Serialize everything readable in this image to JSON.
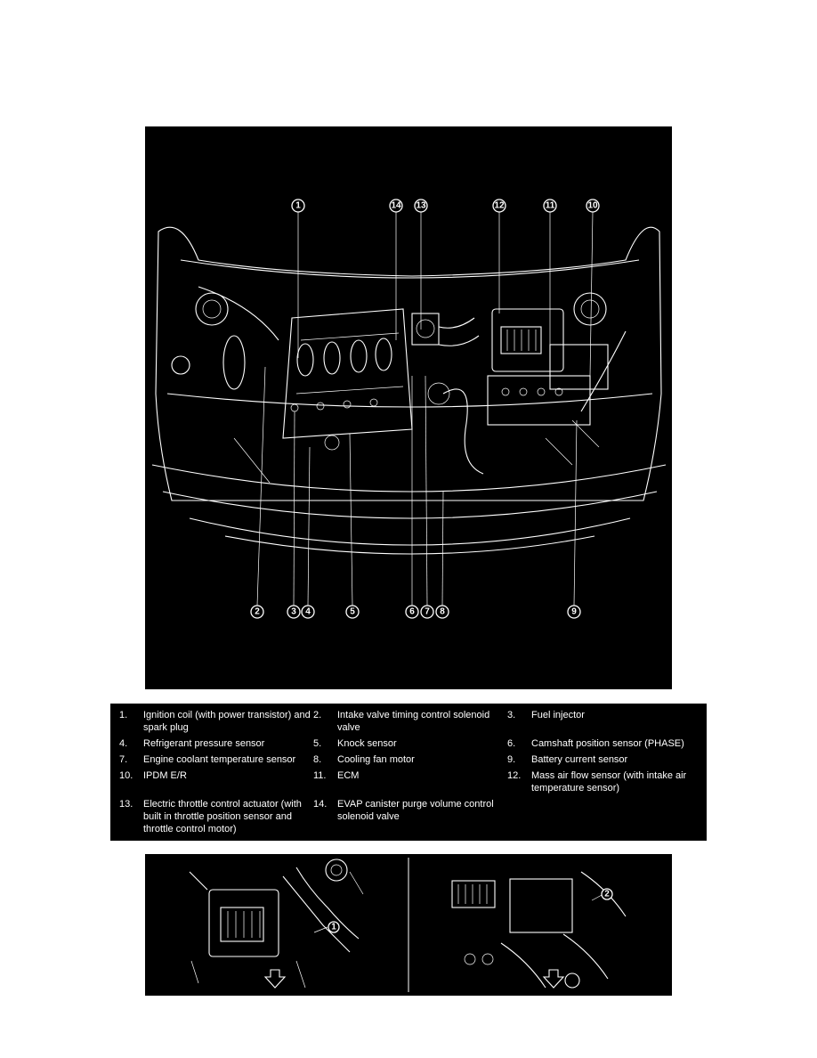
{
  "main_callouts": [
    {
      "id": "c1",
      "label": "1"
    },
    {
      "id": "c14",
      "label": "14"
    },
    {
      "id": "c13",
      "label": "13"
    },
    {
      "id": "c12",
      "label": "12"
    },
    {
      "id": "c11",
      "label": "11"
    },
    {
      "id": "c10",
      "label": "10"
    },
    {
      "id": "c2",
      "label": "2"
    },
    {
      "id": "c3",
      "label": "3"
    },
    {
      "id": "c4",
      "label": "4"
    },
    {
      "id": "c5",
      "label": "5"
    },
    {
      "id": "c6",
      "label": "6"
    },
    {
      "id": "c7",
      "label": "7"
    },
    {
      "id": "c8",
      "label": "8"
    },
    {
      "id": "c9",
      "label": "9"
    }
  ],
  "legend": [
    {
      "num": "1.",
      "text": "Ignition coil (with power transistor) and spark plug"
    },
    {
      "num": "2.",
      "text": "Intake valve timing control solenoid valve"
    },
    {
      "num": "3.",
      "text": "Fuel injector"
    },
    {
      "num": "4.",
      "text": "Refrigerant pressure sensor"
    },
    {
      "num": "5.",
      "text": "Knock sensor"
    },
    {
      "num": "6.",
      "text": "Camshaft position sensor (PHASE)"
    },
    {
      "num": "7.",
      "text": "Engine coolant temperature sensor"
    },
    {
      "num": "8.",
      "text": "Cooling fan motor"
    },
    {
      "num": "9.",
      "text": "Battery current sensor"
    },
    {
      "num": "10.",
      "text": "IPDM E/R"
    },
    {
      "num": "11.",
      "text": "ECM"
    },
    {
      "num": "12.",
      "text": "Mass air flow sensor (with intake air temperature sensor)"
    },
    {
      "num": "13.",
      "text": "Electric throttle control actuator (with built in throttle position sensor and throttle control motor)"
    },
    {
      "num": "14.",
      "text": "EVAP canister purge volume control solenoid valve"
    }
  ],
  "detail_callouts": [
    {
      "id": "d1",
      "label": "1"
    },
    {
      "id": "d2",
      "label": "2"
    }
  ],
  "colors": {
    "background": "#000000",
    "line": "#ffffff",
    "page": "#ffffff"
  }
}
